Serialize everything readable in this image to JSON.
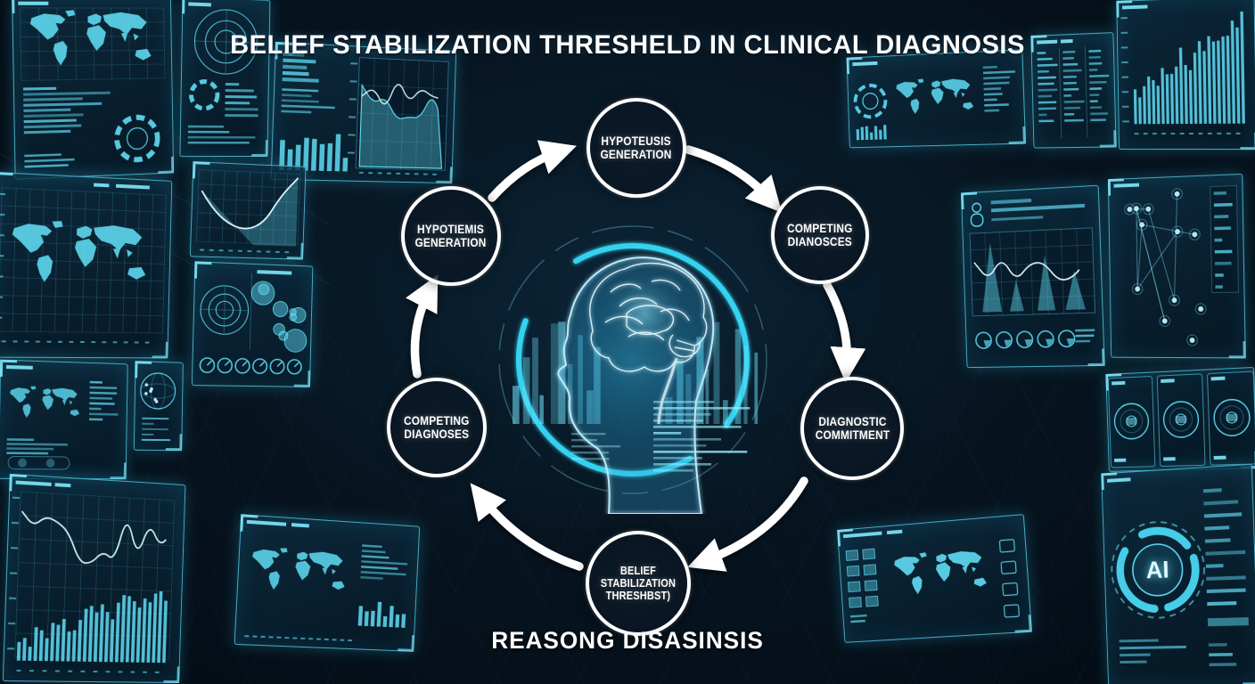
{
  "title": "BELIEF STABILIZATION THRESHELD IN CLINICAL DIAGNOSIS",
  "caption": "REASONG DISASINSIS",
  "cycle": {
    "direction": "clockwise",
    "nodes": [
      {
        "id": "hypothesis-generation-top",
        "lines": [
          "HYPOTEUSIS",
          "GENERATION"
        ]
      },
      {
        "id": "competing-diagnoses-right",
        "lines": [
          "COMPETING",
          "DIANOSCES"
        ]
      },
      {
        "id": "diagnostic-commitment",
        "lines": [
          "DIAGNOSTIC",
          "COMMITMENT"
        ]
      },
      {
        "id": "belief-stabilization-threshold",
        "lines": [
          "BELIEF",
          "STABILIZATION",
          "THRESHBST)"
        ]
      },
      {
        "id": "competing-diagnoses-left",
        "lines": [
          "COMPETING",
          "DIAGNOSES"
        ]
      },
      {
        "id": "hypothesis-generation-left",
        "lines": [
          "HYPOTIEMIS",
          "GENERATION"
        ]
      }
    ]
  },
  "center": {
    "icon": "brain-head-hologram"
  },
  "ai_panel": {
    "label": "AI"
  },
  "dashboard_panels": [
    {
      "id": "map-overview-with-gauge",
      "kind": "world-map"
    },
    {
      "id": "radar-rings",
      "kind": "radar"
    },
    {
      "id": "stats-and-curves",
      "kind": "area-chart"
    },
    {
      "id": "world-map-grid",
      "kind": "world-map"
    },
    {
      "id": "world-map-mini",
      "kind": "world-map"
    },
    {
      "id": "globe-network",
      "kind": "globe"
    },
    {
      "id": "trend-line-histogram",
      "kind": "line-bar-chart"
    },
    {
      "id": "area-curve",
      "kind": "area-chart"
    },
    {
      "id": "cluster-bubbles",
      "kind": "bubbles"
    },
    {
      "id": "world-map-table",
      "kind": "world-map"
    },
    {
      "id": "world-map-wide",
      "kind": "world-map"
    },
    {
      "id": "data-columns",
      "kind": "table"
    },
    {
      "id": "tall-histogram",
      "kind": "bar-chart"
    },
    {
      "id": "peaks-chart-gauges",
      "kind": "area-chart"
    },
    {
      "id": "network-graph",
      "kind": "network"
    },
    {
      "id": "radar-trio",
      "kind": "radar"
    },
    {
      "id": "world-map-icons",
      "kind": "world-map"
    },
    {
      "id": "ai-core",
      "kind": "ai-ring"
    }
  ],
  "colors": {
    "background": "#071521",
    "panel_border": "#5fd8f0",
    "accent": "#5fdcf4",
    "glow": "#35d2ef",
    "node_stroke": "#ffffff",
    "text": "#ffffff"
  }
}
